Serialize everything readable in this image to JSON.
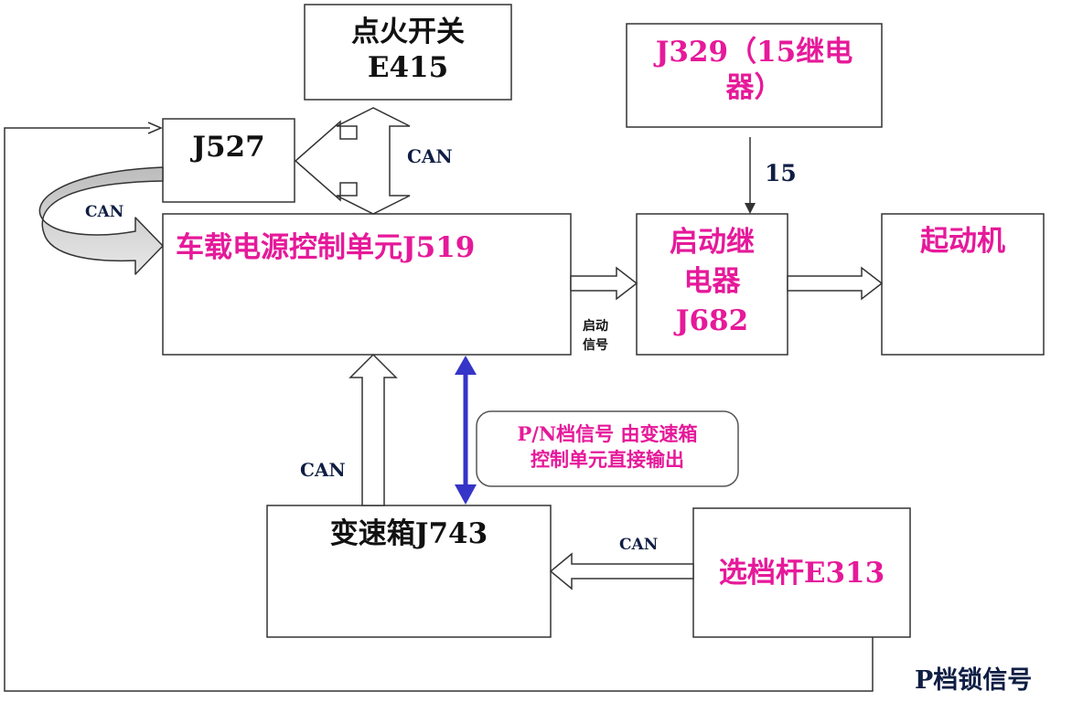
{
  "colors": {
    "magenta": "#e6199a",
    "navy": "#0f1e44",
    "black": "#111111",
    "blue_arrow": "#3535c8",
    "callout_border": "#555555"
  },
  "boxes": {
    "e415": {
      "line1": "点火开关",
      "line2": "E415"
    },
    "j329": {
      "line1": "J329（15继电",
      "line2": "器）"
    },
    "j527": {
      "label": "J527"
    },
    "j519": {
      "label": "车载电源控制单元J519"
    },
    "j682": {
      "line1": "启动继",
      "line2": "电器",
      "line3": "J682"
    },
    "starter": {
      "label": "起动机"
    },
    "j743": {
      "label": "变速箱J743"
    },
    "e313": {
      "label": "选档杆E313"
    }
  },
  "labels": {
    "can_top": "CAN",
    "can_loop": "CAN",
    "can_left": "CAN",
    "can_bottom": "CAN",
    "fifteen": "15",
    "start_signal_1": "启动",
    "start_signal_2": "信号",
    "p_lock": "P档锁信号"
  },
  "callout": {
    "line1": "P/N档信号 由变速箱",
    "line2": "控制单元直接输出"
  }
}
